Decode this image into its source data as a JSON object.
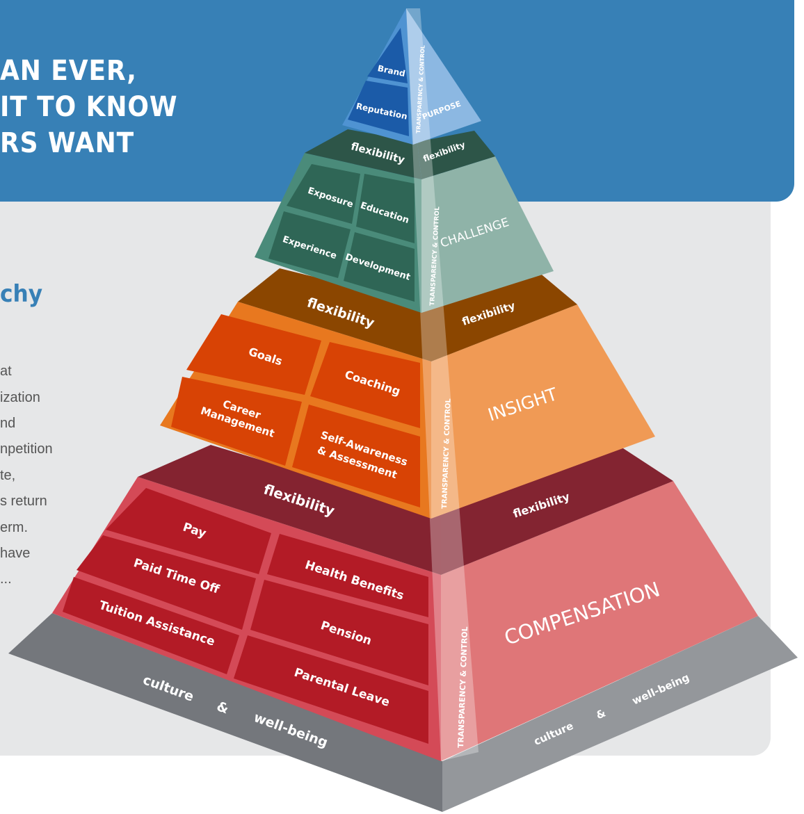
{
  "banner": {
    "headline_lines": [
      "AN EVER,",
      "IT TO KNOW",
      "RS WANT"
    ]
  },
  "section_heading": "chy",
  "body_lines": [
    "at",
    "ization",
    "nd",
    "npetition",
    "te,",
    "s return",
    "erm.",
    "have",
    "..."
  ],
  "pyramid": {
    "vertical_band": "TRANSPARENCY & CONTROL",
    "flexibility": "flexibility",
    "base": [
      "culture",
      "&",
      "well-being"
    ],
    "purpose": {
      "title": "PURPOSE",
      "items": [
        "Brand",
        "Reputation"
      ]
    },
    "challenge": {
      "title": "CHALLENGE",
      "items": [
        "Exposure",
        "Education",
        "Experience",
        "Development"
      ]
    },
    "insight": {
      "title": "INSIGHT",
      "items": [
        "Goals",
        "Coaching",
        "Career",
        "Management",
        "Self-Awareness",
        "& Assessment"
      ]
    },
    "compensation": {
      "title": "COMPENSATION",
      "items": [
        "Pay",
        "Paid Time Off",
        "Health Benefits",
        "Tuition Assistance",
        "Pension",
        "Parental Leave"
      ]
    }
  },
  "colors": {
    "banner": "#3780b6",
    "panel": "#e6e7e8",
    "purpose": "#2e6db7",
    "challenge": "#2f6656",
    "insight": "#e35d0e",
    "compensation": "#b31b26",
    "base": "#7d7f83"
  }
}
